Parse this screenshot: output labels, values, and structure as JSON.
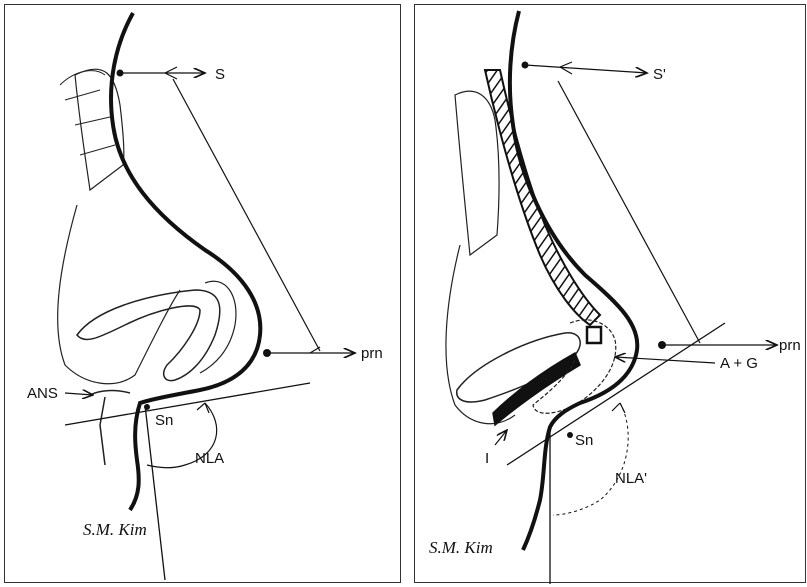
{
  "left_panel": {
    "labels": {
      "s": "S",
      "prn": "prn",
      "ans": "ANS",
      "sn": "Sn",
      "nla": "NLA"
    },
    "signature": "S.M. Kim"
  },
  "right_panel": {
    "labels": {
      "s": "S'",
      "prn": "prn",
      "ag": "A + G",
      "i": "I",
      "sn": "Sn",
      "nla": "NLA'"
    },
    "signature": "S.M. Kim"
  },
  "colors": {
    "ink": "#111111",
    "background": "#ffffff"
  }
}
